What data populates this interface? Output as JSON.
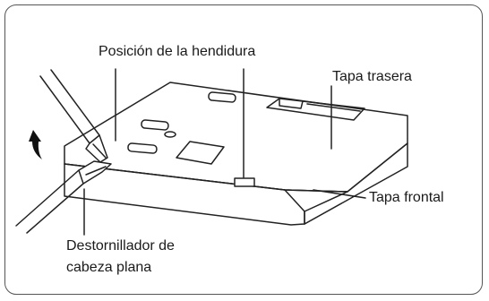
{
  "labels": {
    "slot_position": "Posición de la hendidura",
    "rear_cover": "Tapa trasera",
    "front_cover": "Tapa frontal",
    "screwdriver_line1": "Destornillador de",
    "screwdriver_line2": "cabeza plana"
  },
  "icons": {
    "rotate_arrow": "curved-arrow-counterclockwise"
  },
  "colors": {
    "line": "#222222",
    "frame": "#555555",
    "fill": "#ffffff",
    "text": "#1a1a1a"
  }
}
